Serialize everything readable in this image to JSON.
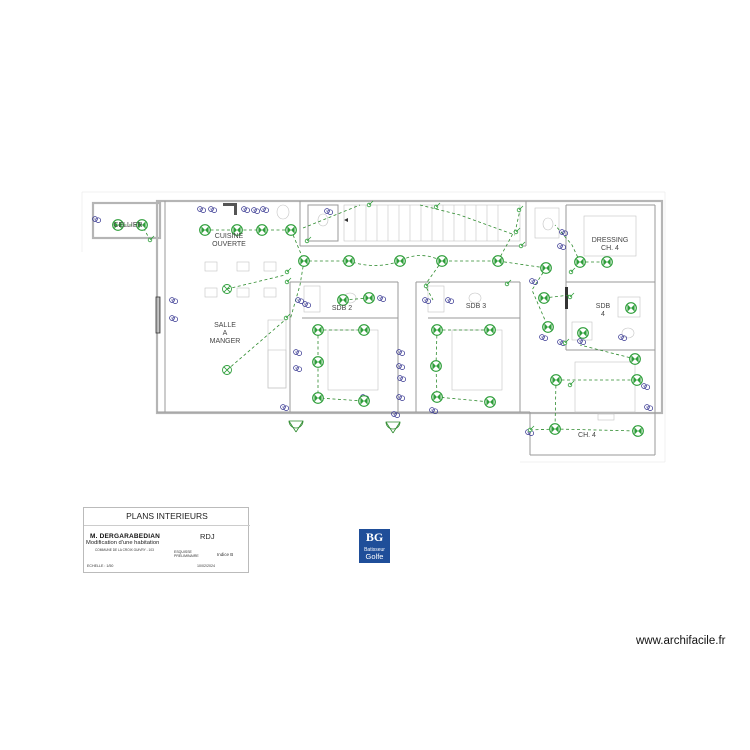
{
  "rooms": {
    "cellier": "CELLIER",
    "cuisine_1": "CUISINE",
    "cuisine_2": "OUVERTE",
    "salle_1": "SALLE",
    "salle_2": "A",
    "salle_3": "MANGER",
    "dressing_1": "DRESSING",
    "dressing_2": "CH. 4",
    "sdb4_1": "SDB",
    "sdb4_2": "4",
    "sdb2": "SDB 2",
    "sdb3": "SDB 3",
    "ch4": "CH. 4"
  },
  "cartouche": {
    "title": "PLANS INTERIEURS",
    "client": "M.  DERGARABEDIAN",
    "project": "Modification d'une habitation",
    "address": "COMMUNE DE LA CROIX GUIVRY - 103",
    "level": "RDJ",
    "esquisse": "ESQUISSE PRELIMINAIRE",
    "indice": "Indice B",
    "echelle": "ECHELLE : 1/50",
    "date": "10/02/2024"
  },
  "logo": {
    "mark": "BG",
    "line1": "Batisseur",
    "line2": "Golfe",
    "color": "#1f4e99"
  },
  "watermark": "www.archifacile.fr",
  "colors": {
    "lamp": "#2e9e3a",
    "wire": "#2e8b2e",
    "outlet": "#2a2a8a",
    "wall": "#9a9a9a"
  }
}
